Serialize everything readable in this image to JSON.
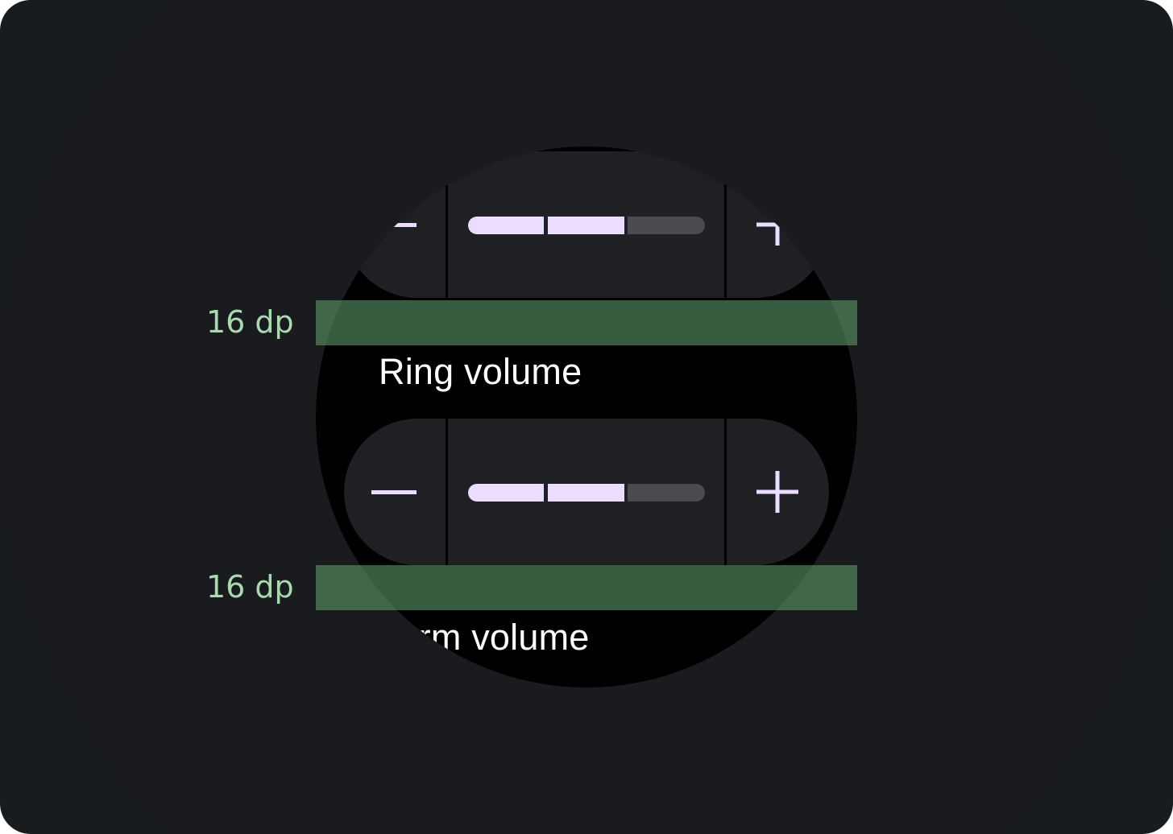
{
  "annotations": [
    {
      "label": "16 dp"
    },
    {
      "label": "16 dp"
    }
  ],
  "sliders": [
    {
      "label": "",
      "value_fraction": 0.667,
      "segments": 3
    },
    {
      "label": "Ring volume",
      "value_fraction": 0.667,
      "segments": 3
    }
  ],
  "labels": {
    "ring": "Ring volume",
    "alarm": "Alarm volume"
  },
  "colors": {
    "background": "#191c1f",
    "watch": "#000000",
    "slider_surface": "#1f2023",
    "active_track": "#eaddff",
    "inactive_track": "#4a4b4f",
    "annotation_band": "#5b9465",
    "annotation_text": "#a8dab0"
  },
  "icons": {
    "decrease": "minus-icon",
    "increase": "plus-icon"
  }
}
